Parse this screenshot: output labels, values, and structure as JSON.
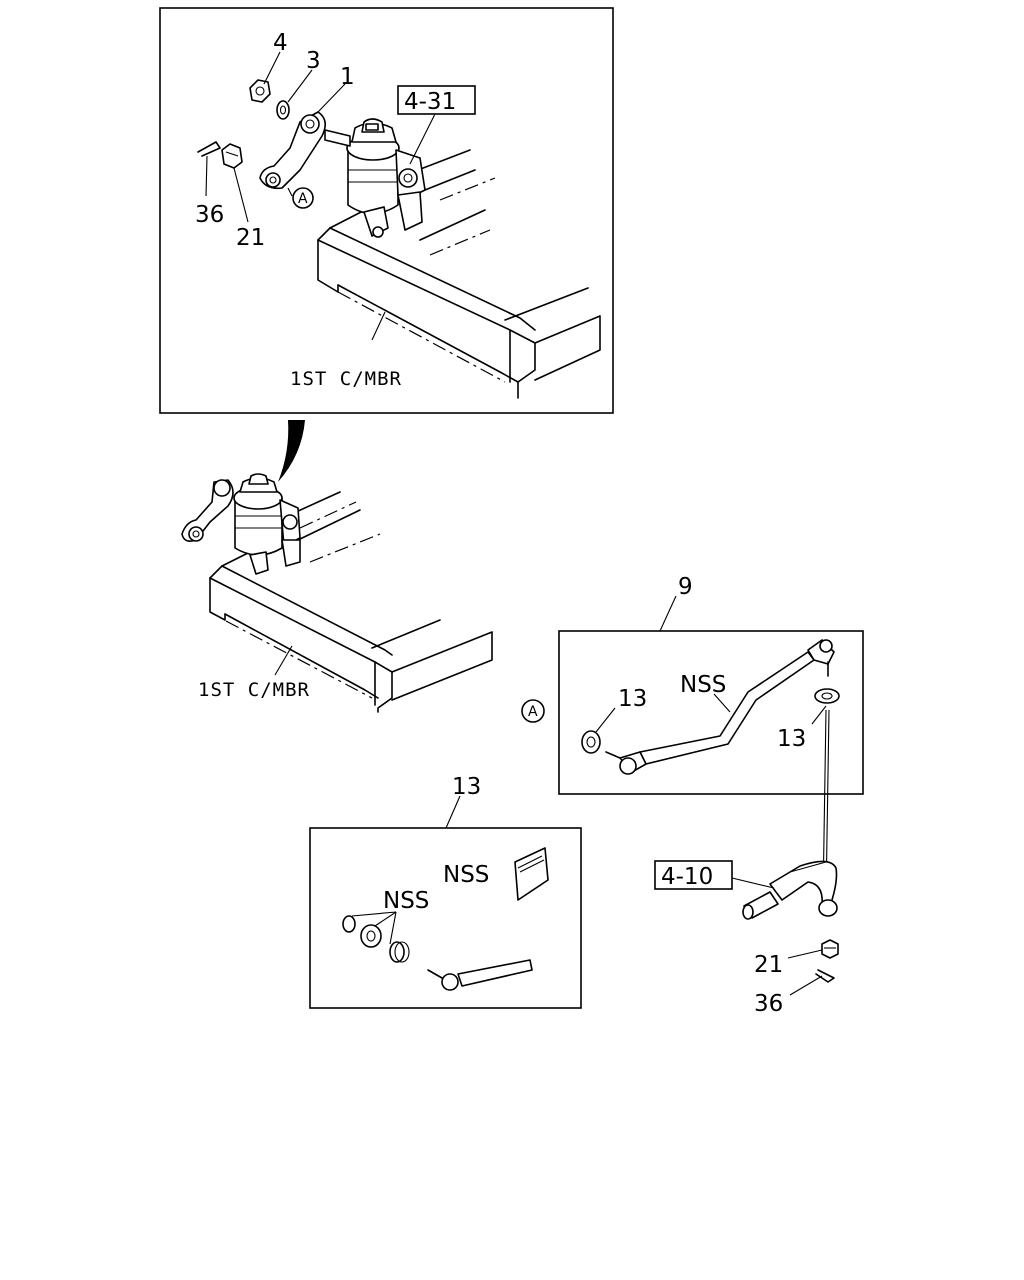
{
  "diagram": {
    "detail_top": {
      "callouts": [
        "4",
        "3",
        "1",
        "36",
        "21"
      ],
      "ref_box": "4-31",
      "circle_marker": "A",
      "member_label": "1ST C/MBR"
    },
    "main_view": {
      "member_label": "1ST C/MBR"
    },
    "drag_link_group": {
      "callout": "9",
      "nss_label": "NSS",
      "callout_left": "13",
      "callout_right": "13",
      "circle_marker": "A"
    },
    "ball_joint_group": {
      "callout": "13",
      "nss_label_1": "NSS",
      "nss_label_2": "NSS"
    },
    "knuckle_arm": {
      "ref_box": "4-10",
      "callout_21": "21",
      "callout_36": "36"
    }
  }
}
